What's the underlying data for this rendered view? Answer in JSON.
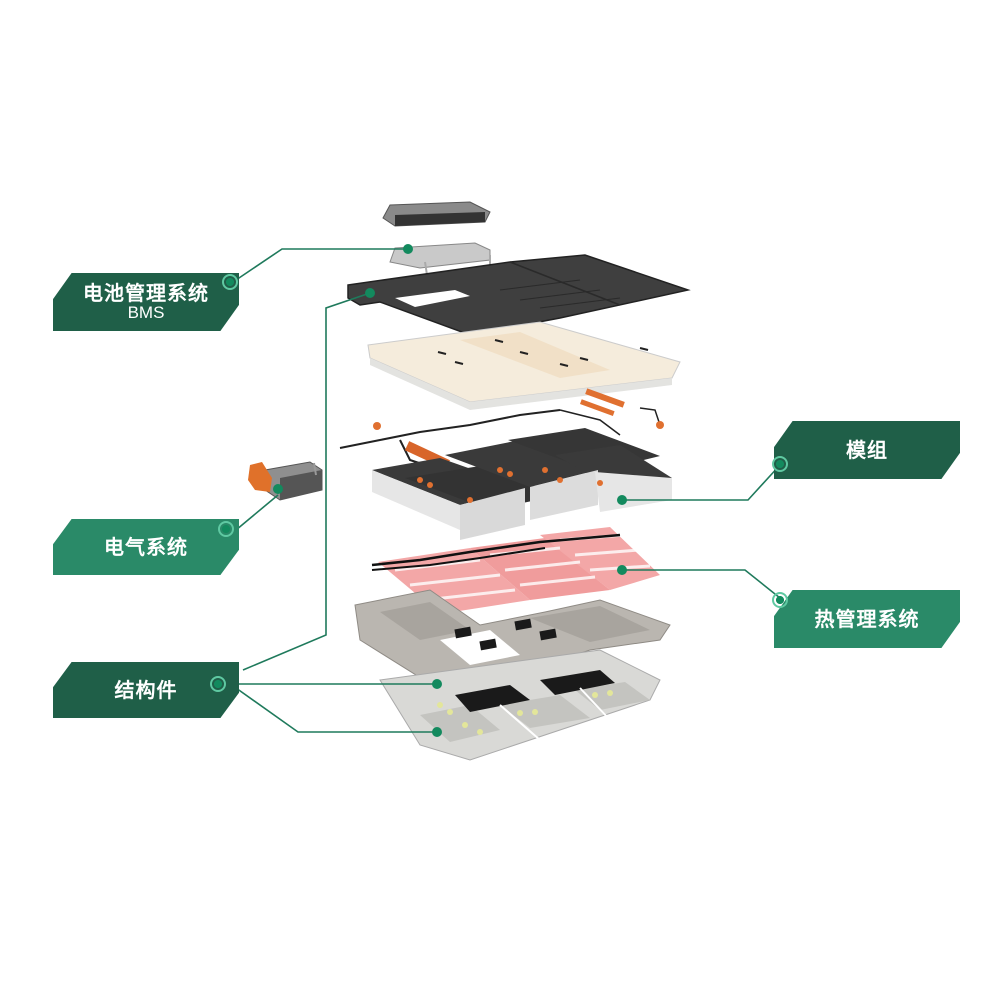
{
  "diagram": {
    "type": "exploded-view",
    "subject": "EV battery pack",
    "colors": {
      "label_dark": "#1f5f48",
      "label_mid": "#2a8a68",
      "connector": "#1f7a5c",
      "node_dot": "#138a5e",
      "node_ring": "#5fc9a2",
      "cover": "#3d3d3d",
      "insulation": "#f2e6d2",
      "module_top": "#3a3a3a",
      "module_body": "#e8e8e8",
      "busbar": "#e07030",
      "cooling_plate": "#f2a0a0",
      "tray": "#b8b4ae"
    }
  },
  "labels": {
    "bms": {
      "zh": "电池管理系统",
      "en": "BMS"
    },
    "module": {
      "zh": "模组"
    },
    "electrical": {
      "zh": "电气系统"
    },
    "thermal": {
      "zh": "热管理系统"
    },
    "structure": {
      "zh": "结构件"
    }
  },
  "components": [
    {
      "id": "bms-enclosure",
      "name": "BMS housing lid"
    },
    {
      "id": "bms-board",
      "name": "BMS control board"
    },
    {
      "id": "upper-cover",
      "name": "Upper cover"
    },
    {
      "id": "insulation-sheet",
      "name": "Insulation sheet"
    },
    {
      "id": "wiring-harness",
      "name": "Wiring harness & busbars"
    },
    {
      "id": "battery-modules",
      "name": "Battery modules"
    },
    {
      "id": "cooling-plates",
      "name": "Cooling plates"
    },
    {
      "id": "tray-frame",
      "name": "Tray frame"
    },
    {
      "id": "bottom-plate",
      "name": "Bottom plate"
    },
    {
      "id": "electrical-box",
      "name": "Electrical distribution box"
    }
  ]
}
